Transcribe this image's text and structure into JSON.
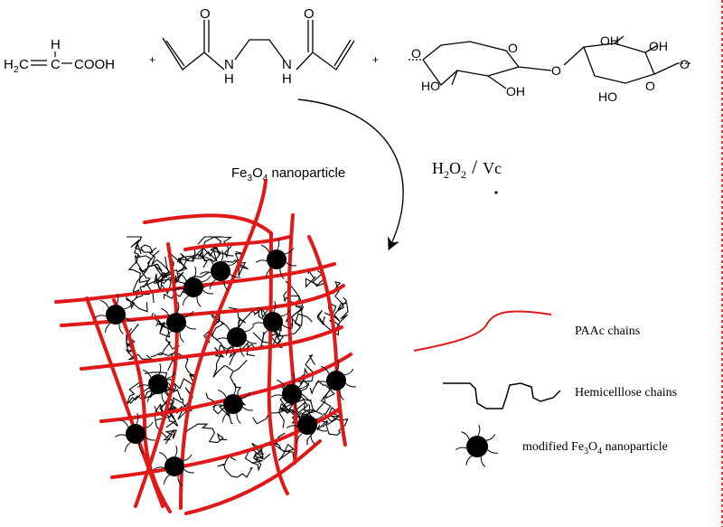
{
  "reactants": {
    "acrylic_acid": {
      "h2c": "H",
      "h2c_sub": "2",
      "c_eq": "C",
      "eq_ch": "C",
      "h_top": "H",
      "cooh": "COOH"
    },
    "plus": "+",
    "mba": {
      "o": "O",
      "n": "N",
      "h": "H"
    },
    "xylan": {
      "o": "O",
      "oh": "OH",
      "ho": "HO"
    }
  },
  "conditions": {
    "catalyst_label": {
      "pre": "Fe",
      "sub1": "3",
      "mid": "O",
      "sub2": "4",
      "post": " nanoparticle"
    },
    "initiator_label": {
      "h": "H",
      "sub1": "2",
      "o": "O",
      "sub2": "2",
      "slash": "/",
      "vc": "Vc"
    }
  },
  "legend": {
    "paac": "PAAc chains",
    "hemicellulose": "Hemicelllose chains",
    "modified": {
      "pre": "modified Fe",
      "sub1": "3",
      "mid": "O",
      "sub2": "4",
      "post": " nanoparticle"
    }
  },
  "colors": {
    "paac": "#e01818",
    "chain": "#000000",
    "particle": "#000000"
  },
  "network": {
    "nanoparticle_count": 14
  }
}
